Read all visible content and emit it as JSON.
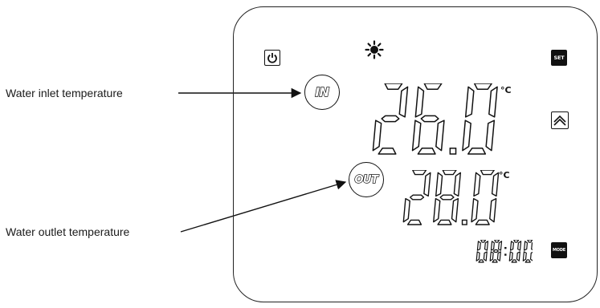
{
  "callouts": {
    "inlet": "Water inlet temperature",
    "outlet": "Water outlet temperature"
  },
  "display": {
    "inlet_badge": "IN",
    "outlet_badge": "OUT",
    "inlet_temperature": "26.0",
    "outlet_temperature": "28.0",
    "temperature_unit": "°C",
    "clock": "08:00"
  },
  "buttons": {
    "power_icon": "power-icon",
    "set_label": "SET",
    "up_icon": "chevron-up-icon",
    "mode_label": "MODE"
  },
  "indicators": {
    "heating_icon": "sun-icon"
  },
  "colors": {
    "ink": "#111111",
    "background": "#ffffff"
  }
}
